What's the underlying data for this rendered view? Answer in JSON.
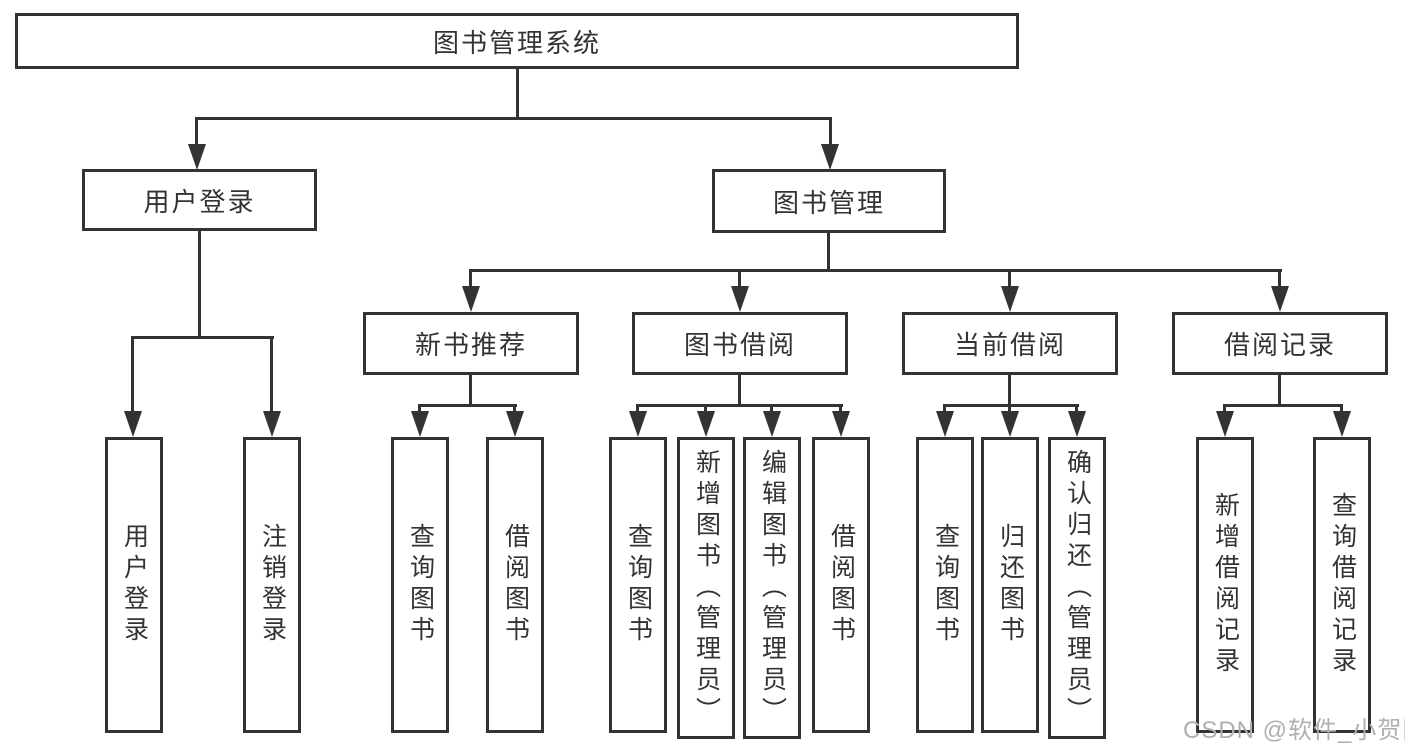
{
  "tree": {
    "root": {
      "label": "图书管理系统",
      "children": [
        {
          "label": "用户登录",
          "children": [
            {
              "label": "用户登录"
            },
            {
              "label": "注销登录"
            }
          ]
        },
        {
          "label": "图书管理",
          "children": [
            {
              "label": "新书推荐",
              "children": [
                {
                  "label": "查询图书"
                },
                {
                  "label": "借阅图书"
                }
              ]
            },
            {
              "label": "图书借阅",
              "children": [
                {
                  "label": "查询图书"
                },
                {
                  "label": "新增图书（管理员）"
                },
                {
                  "label": "编辑图书（管理员）"
                },
                {
                  "label": "借阅图书"
                }
              ]
            },
            {
              "label": "当前借阅",
              "children": [
                {
                  "label": "查询图书"
                },
                {
                  "label": "归还图书"
                },
                {
                  "label": "确认归还（管理员）"
                }
              ]
            },
            {
              "label": "借阅记录",
              "children": [
                {
                  "label": "新增借阅记录"
                },
                {
                  "label": "查询借阅记录"
                }
              ]
            }
          ]
        }
      ]
    }
  },
  "watermark": {
    "text": "CSDN @软件_小贺同学"
  },
  "colors": {
    "line": "#333333",
    "text": "#333333",
    "background": "#ffffff",
    "watermark": "#b0b0b0"
  }
}
